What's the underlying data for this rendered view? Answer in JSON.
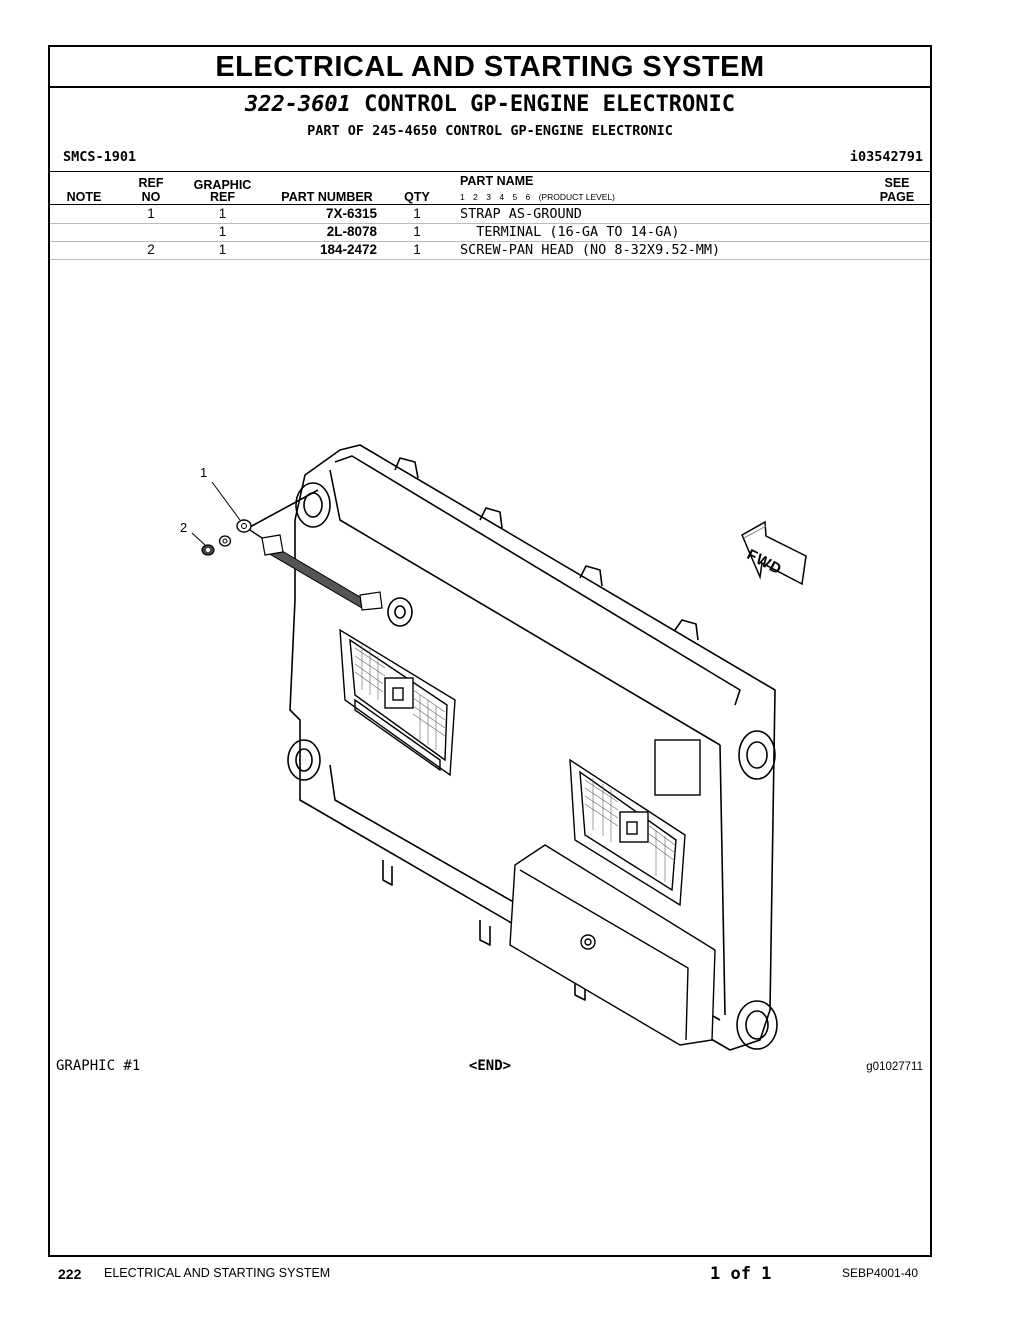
{
  "header": {
    "title": "ELECTRICAL AND STARTING SYSTEM",
    "group_number": "322-3601",
    "group_name": "CONTROL GP-ENGINE ELECTRONIC",
    "part_of": "PART OF 245-4650 CONTROL GP-ENGINE ELECTRONIC",
    "smcs": "SMCS-1901",
    "illustration_id": "i03542791"
  },
  "table": {
    "columns": {
      "note": "NOTE",
      "ref_no_1": "REF",
      "ref_no_2": "NO",
      "graphic_ref_1": "GRAPHIC",
      "graphic_ref_2": "REF",
      "part_number": "PART NUMBER",
      "qty": "QTY",
      "part_name": "PART NAME",
      "levels": [
        "1",
        "2",
        "3",
        "4",
        "5",
        "6"
      ],
      "product_level": "(PRODUCT LEVEL)",
      "see_page_1": "SEE",
      "see_page_2": "PAGE"
    },
    "rows": [
      {
        "note": "",
        "ref_no": "1",
        "graphic_ref": "1",
        "part_number": "7X-6315",
        "qty": "1",
        "part_name": "STRAP AS-GROUND",
        "see_page": ""
      },
      {
        "note": "",
        "ref_no": "",
        "graphic_ref": "1",
        "part_number": "2L-8078",
        "qty": "1",
        "part_name": "  TERMINAL (16-GA TO 14-GA)",
        "see_page": ""
      },
      {
        "note": "",
        "ref_no": "2",
        "graphic_ref": "1",
        "part_number": "184-2472",
        "qty": "1",
        "part_name": "SCREW-PAN HEAD (NO 8-32X9.52-MM)",
        "see_page": ""
      }
    ]
  },
  "drawing": {
    "callouts": [
      "1",
      "2"
    ],
    "direction_label": "FWD"
  },
  "graphic_footer": {
    "graphic_label": "GRAPHIC #1",
    "end_label": "<END>",
    "graphic_id": "g01027711"
  },
  "page_footer": {
    "page_number": "222",
    "section": "ELECTRICAL AND STARTING SYSTEM",
    "page_of": "1 of 1",
    "doc_number": "SEBP4001-40"
  }
}
